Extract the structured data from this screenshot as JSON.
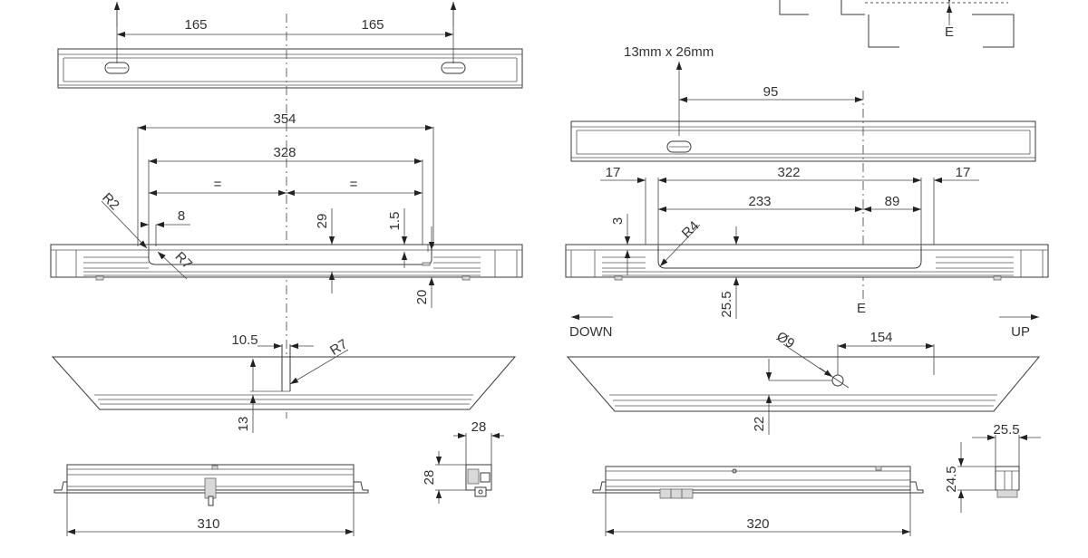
{
  "drawing": {
    "left": {
      "top_view": {
        "dim_left": "165",
        "dim_right": "165"
      },
      "section": {
        "dim_overall": "354",
        "dim_inner": "328",
        "equal_left": "=",
        "equal_right": "=",
        "radius_r2": "R2",
        "dim_8": "8",
        "radius_r7": "R7",
        "dim_29": "29",
        "dim_1_5": "1.5",
        "dim_20": "20"
      },
      "trapezoid": {
        "dim_10_5": "10.5",
        "radius_r7": "R7",
        "dim_13": "13"
      },
      "side_view": {
        "dim_length": "310"
      },
      "end_view": {
        "dim_width": "28",
        "dim_height": "28"
      }
    },
    "right": {
      "slot_label": "13mm x 26mm",
      "section_marker_top": "E",
      "top_view": {
        "dim_95": "95"
      },
      "section": {
        "dim_17_left": "17",
        "dim_322": "322",
        "dim_17_right": "17",
        "dim_233": "233",
        "dim_89": "89",
        "dim_3": "3",
        "radius_r4": "R4",
        "dim_25_5": "25.5",
        "section_marker": "E"
      },
      "direction_down": "DOWN",
      "direction_up": "UP",
      "trapezoid": {
        "diameter_9": "Ø9",
        "dim_154": "154",
        "dim_22": "22"
      },
      "side_view": {
        "dim_length": "320"
      },
      "end_view": {
        "dim_width": "25.5",
        "dim_height": "24.5"
      }
    }
  }
}
